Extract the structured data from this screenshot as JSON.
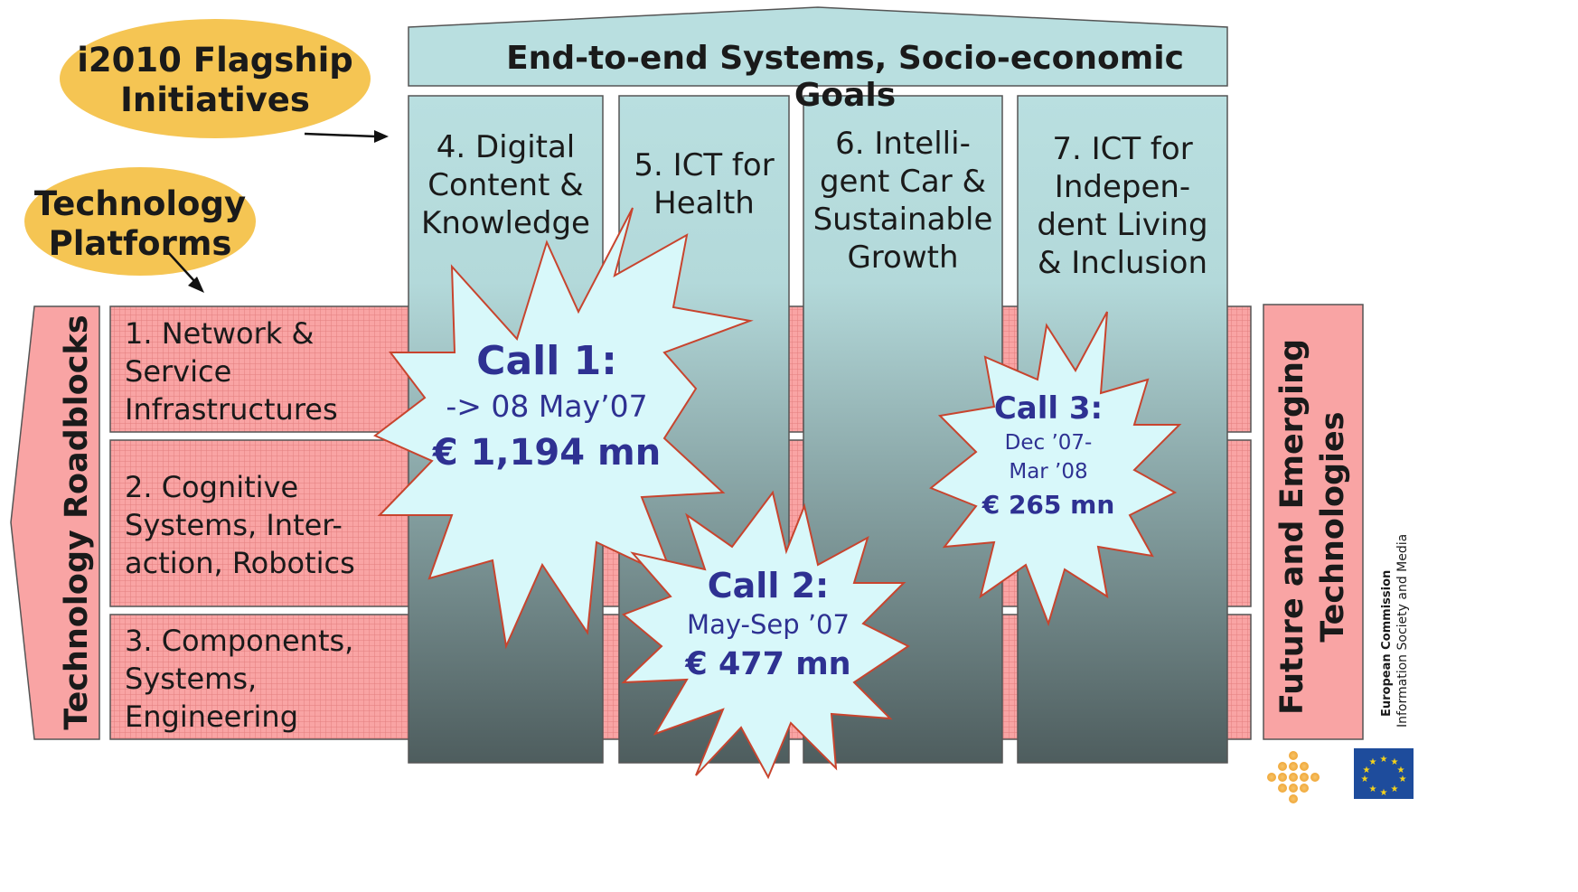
{
  "initiatives": {
    "flagship": "i2010 Flagship Initiatives",
    "flagship_lines": [
      "i2010 Flagship",
      "Initiatives"
    ],
    "platforms_lines": [
      "Technology",
      "Platforms"
    ]
  },
  "header": {
    "title": "End-to-end Systems, Socio-economic Goals"
  },
  "pillars": [
    {
      "lines": [
        "4. Digital",
        "Content &",
        "Knowledge"
      ]
    },
    {
      "lines": [
        "5. ICT for",
        "Health"
      ]
    },
    {
      "lines": [
        "6. Intelli-",
        "gent Car &",
        "Sustainable",
        "Growth"
      ]
    },
    {
      "lines": [
        "7. ICT for",
        "Indepen-",
        "dent Living",
        "& Inclusion"
      ]
    }
  ],
  "left_banner": {
    "label": "Technology Roadblocks"
  },
  "right_banner": {
    "label_lines": [
      "Future and Emerging",
      "Technologies"
    ]
  },
  "roadblocks": [
    {
      "lines": [
        "1. Network &",
        "Service",
        "Infrastructures"
      ]
    },
    {
      "lines": [
        "2. Cognitive",
        "Systems, Inter-",
        "action, Robotics"
      ]
    },
    {
      "lines": [
        "3. Components,",
        "Systems,",
        "Engineering"
      ]
    }
  ],
  "calls": [
    {
      "title": "Call 1:",
      "dates": "-> 08 May’07",
      "budget": "€ 1,194 mn"
    },
    {
      "title": "Call 2:",
      "dates": "May-Sep ’07",
      "budget": "€ 477 mn"
    },
    {
      "title": "Call 3:",
      "dates_lines": [
        "Dec ’07-",
        "Mar ’08"
      ],
      "budget": "€ 265 mn"
    }
  ],
  "footer": {
    "org_name": "European Commission",
    "org_dept": "Information Society and Media"
  },
  "colors": {
    "pink": "#f9a4a4",
    "pillar_top": "#b9dfe0",
    "pillar_bottom": "#4e5d5e",
    "burst_fill": "#d8f8fa",
    "burst_stroke": "#c8442e",
    "ellipse": "#f5c553",
    "call_text": "#2e3192",
    "eu_blue": "#1e4c9c"
  }
}
